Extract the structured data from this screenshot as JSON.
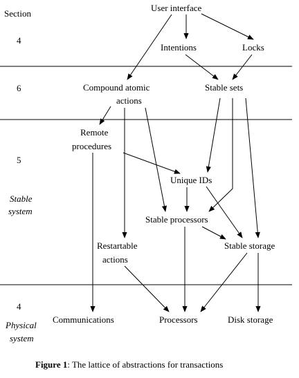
{
  "sections": {
    "header": "Section",
    "numbers": [
      "4",
      "6",
      "5",
      "4"
    ],
    "stable_label": [
      "Stable",
      "system"
    ],
    "physical_label": [
      "Physical",
      "system"
    ]
  },
  "nodes": {
    "user_interface": "User interface",
    "intentions": "Intentions",
    "locks": "Locks",
    "compound_atomic_actions": [
      "Compound atomic",
      "actions"
    ],
    "stable_sets": "Stable sets",
    "remote_procedures": [
      "Remote",
      "procedures"
    ],
    "unique_ids": "Unique IDs",
    "stable_processors": "Stable processors",
    "restartable_actions": [
      "Restartable",
      "actions"
    ],
    "stable_storage": "Stable storage",
    "communications": "Communications",
    "processors": "Processors",
    "disk_storage": "Disk storage"
  },
  "caption": {
    "figure": "Figure 1",
    "text": ": The lattice of abstractions for transactions"
  }
}
